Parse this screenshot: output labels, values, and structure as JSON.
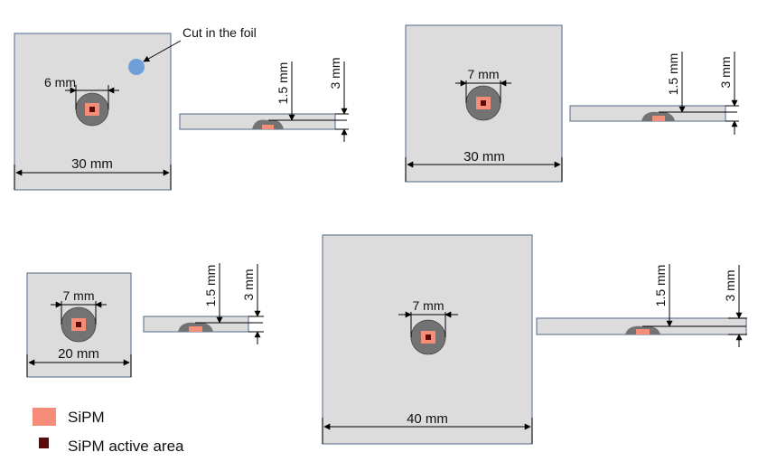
{
  "colors": {
    "tile": "#dcdcdc",
    "tile_border": "#6b7f99",
    "dimple": "#737373",
    "sipm": "#f58d78",
    "sipm_active": "#5c0a0a",
    "cut_marker": "#6f9fd8",
    "line": "#000000"
  },
  "annotation": {
    "cut": "Cut in the foil"
  },
  "tiles": [
    {
      "width_label": "30 mm",
      "hole_label": "6 mm",
      "dimple_depth_label": "1.5 mm",
      "thickness_label": "3 mm"
    },
    {
      "width_label": "30 mm",
      "hole_label": "7 mm",
      "dimple_depth_label": "1.5 mm",
      "thickness_label": "3 mm"
    },
    {
      "width_label": "20 mm",
      "hole_label": "7 mm",
      "dimple_depth_label": "1.5 mm",
      "thickness_label": "3 mm"
    },
    {
      "width_label": "40 mm",
      "hole_label": "7 mm",
      "dimple_depth_label": "1.5 mm",
      "thickness_label": "3 mm"
    }
  ],
  "legend": {
    "sipm_label": "SiPM",
    "active_label": "SiPM active area"
  }
}
